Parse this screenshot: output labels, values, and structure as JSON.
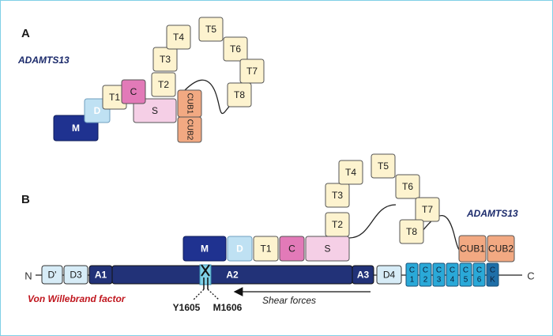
{
  "panel_a": {
    "letter": "A",
    "title": "ADAMTS13",
    "domains": {
      "m": "M",
      "d": "D",
      "t1": "T1",
      "c": "C",
      "s": "S",
      "t2": "T2",
      "t3": "T3",
      "t4": "T4",
      "t5": "T5",
      "t6": "T6",
      "t7": "T7",
      "t8": "T8",
      "cub1": "CUB1",
      "cub2": "CUB2"
    }
  },
  "panel_b": {
    "letter": "B",
    "adamts_title": "ADAMTS13",
    "vwf_title": "Von Willebrand factor",
    "n_terminus": "N",
    "c_terminus": "C",
    "vwf_domains": {
      "dprime": "D'",
      "d3": "D3",
      "a1": "A1",
      "a2": "A2",
      "a3": "A3",
      "d4": "D4",
      "c_modules": [
        [
          "C",
          "1"
        ],
        [
          "C",
          "2"
        ],
        [
          "C",
          "3"
        ],
        [
          "C",
          "4"
        ],
        [
          "C",
          "5"
        ],
        [
          "C",
          "6"
        ],
        [
          "C",
          "K"
        ]
      ]
    },
    "adamts_domains": {
      "m": "M",
      "d": "D",
      "t1": "T1",
      "c": "C",
      "s": "S",
      "t2": "T2",
      "t3": "T3",
      "t4": "T4",
      "t5": "T5",
      "t6": "T6",
      "t7": "T7",
      "t8": "T8",
      "cub1": "CUB1",
      "cub2": "CUB2"
    },
    "cleavage_site_left": "Y1605",
    "cleavage_site_right": "M1606",
    "shear_label": "Shear forces"
  },
  "colors": {
    "metalloprotease": "#1f3290",
    "disintegrin": "#bfe1f3",
    "tsp1": "#fdf3cf",
    "cys_rich": "#e27ab8",
    "spacer": "#f5cfe6",
    "cub": "#f2a982",
    "vwf_dark": "#223278",
    "vwf_light": "#d7ecf7",
    "vwf_c_modules": "#2aa9d8",
    "frame": "#7fd0e6"
  }
}
